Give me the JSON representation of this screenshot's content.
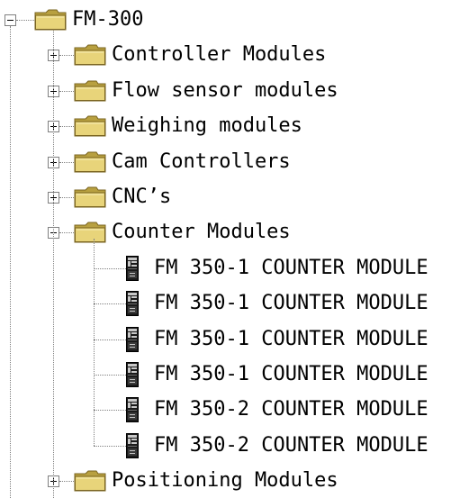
{
  "tree": {
    "root": {
      "label": "FM-300",
      "expanded": true
    },
    "groups": [
      {
        "label": "Controller Modules",
        "expanded": false
      },
      {
        "label": "Flow sensor modules",
        "expanded": false
      },
      {
        "label": "Weighing modules",
        "expanded": false
      },
      {
        "label": "Cam Controllers",
        "expanded": false
      },
      {
        "label": "CNC’s",
        "expanded": false
      },
      {
        "label": "Counter Modules",
        "expanded": true,
        "children": [
          {
            "label": "FM 350-1 COUNTER MODULE"
          },
          {
            "label": "FM 350-1 COUNTER MODULE"
          },
          {
            "label": "FM 350-1 COUNTER MODULE"
          },
          {
            "label": "FM 350-1 COUNTER MODULE"
          },
          {
            "label": "FM 350-2 COUNTER MODULE"
          },
          {
            "label": "FM 350-2 COUNTER MODULE"
          }
        ]
      },
      {
        "label": "Positioning Modules",
        "expanded": false
      }
    ]
  },
  "icons": {
    "folder": "folder-icon",
    "module": "module-icon",
    "expand": "plus-box-icon",
    "collapse": "minus-box-icon"
  },
  "colors": {
    "folder_fill": "#e8d47a",
    "folder_shade": "#b8a040",
    "folder_outline": "#7a6420",
    "module_body": "#1a1a1a",
    "module_stripe": "#c8c8c8",
    "connector": "#808080"
  }
}
